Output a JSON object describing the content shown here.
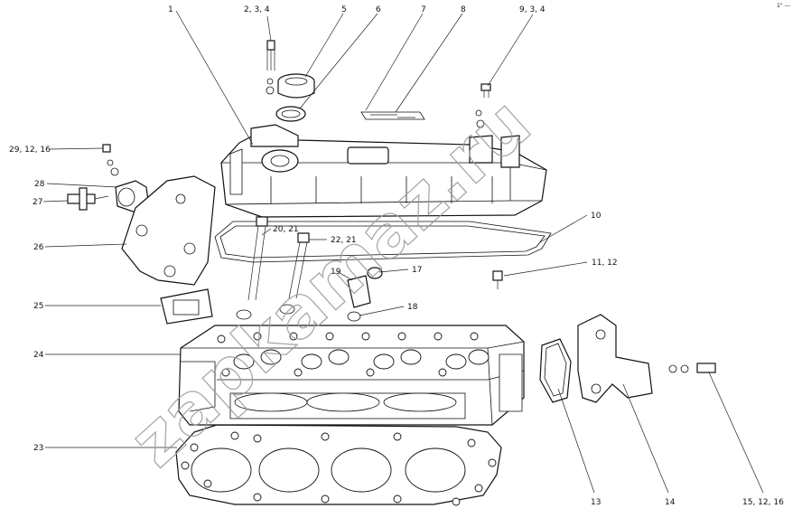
{
  "diagram": {
    "watermark": "zapkamaz.ru",
    "corner_mark": "1\" ---",
    "callouts": [
      {
        "id": "c1",
        "text": "1"
      },
      {
        "id": "c2",
        "text": "2, 3, 4"
      },
      {
        "id": "c5",
        "text": "5"
      },
      {
        "id": "c6",
        "text": "6"
      },
      {
        "id": "c7",
        "text": "7"
      },
      {
        "id": "c8",
        "text": "8"
      },
      {
        "id": "c9",
        "text": "9, 3, 4"
      },
      {
        "id": "c29",
        "text": "29, 12, 16"
      },
      {
        "id": "c28",
        "text": "28"
      },
      {
        "id": "c27",
        "text": "27"
      },
      {
        "id": "c26",
        "text": "26"
      },
      {
        "id": "c25",
        "text": "25"
      },
      {
        "id": "c24",
        "text": "24"
      },
      {
        "id": "c23",
        "text": "23"
      },
      {
        "id": "c10",
        "text": "10"
      },
      {
        "id": "c20",
        "text": "20, 21"
      },
      {
        "id": "c22",
        "text": "22, 21"
      },
      {
        "id": "c17",
        "text": "17"
      },
      {
        "id": "c19",
        "text": "19"
      },
      {
        "id": "c18",
        "text": "18"
      },
      {
        "id": "c11",
        "text": "11, 12"
      },
      {
        "id": "c13",
        "text": "13"
      },
      {
        "id": "c14",
        "text": "14"
      },
      {
        "id": "c15",
        "text": "15, 12, 16"
      }
    ]
  }
}
